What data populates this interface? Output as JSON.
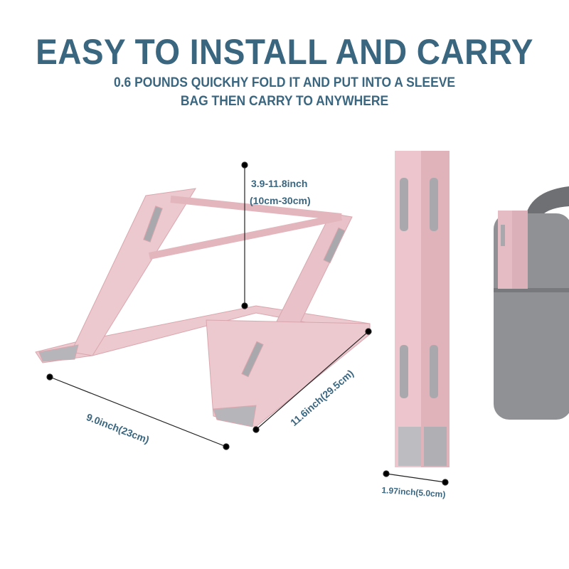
{
  "headline": "EASY TO INSTALL AND CARRY",
  "subline_1": "0.6 POUNDS QUICKHY FOLD IT AND PUT INTO A SLEEVE",
  "subline_2": "BAG THEN CARRY TO ANYWHERE",
  "dimensions": {
    "height": "3.9-11.8inch",
    "height_metric": "(10cm-30cm)",
    "width": "9.0inch(23cm)",
    "depth": "11.6inch(29.5cm)",
    "folded_thickness": "1.97inch(5.0cm)"
  },
  "colors": {
    "text": "#3a6680",
    "stand": "#e8c2c8",
    "pad": "#a9a9ad",
    "bag": "#8f9194"
  }
}
